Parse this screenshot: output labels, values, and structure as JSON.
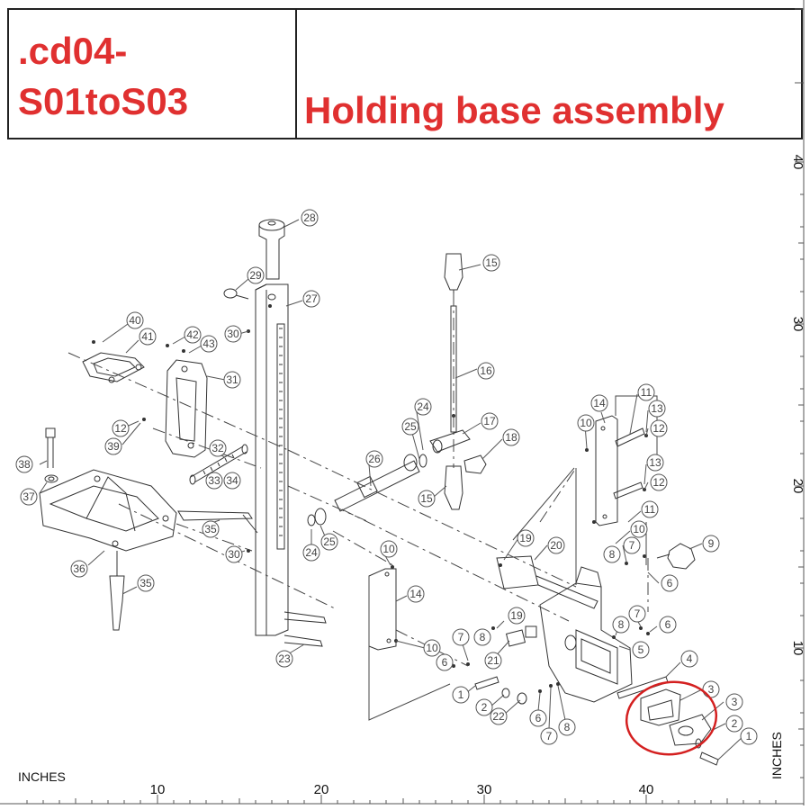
{
  "header": {
    "code_line1": ".cd04-",
    "code_line2": "S01toS03",
    "title": "Holding base assembly"
  },
  "ruler": {
    "units_bottom": "INCHES",
    "units_right": "INCHES",
    "bottom_ticks": [
      "10",
      "20",
      "30",
      "40"
    ],
    "right_ticks": [
      "40",
      "30",
      "20",
      "10"
    ]
  },
  "callouts": {
    "c28": "28",
    "c29": "29",
    "c27": "27",
    "c30a": "30",
    "c40": "40",
    "c41": "41",
    "c42": "42",
    "c43": "43",
    "c31": "31",
    "c12a": "12",
    "c39": "39",
    "c32": "32",
    "c33": "33",
    "c34": "34",
    "c38": "38",
    "c37": "37",
    "c35a": "35",
    "c36": "36",
    "c30b": "30",
    "c35b": "35",
    "c23": "23",
    "c15a": "15",
    "c16": "16",
    "c24a": "24",
    "c25a": "25",
    "c17": "17",
    "c26": "26",
    "c18": "18",
    "c15b": "15",
    "c25b": "25",
    "c24b": "24",
    "c14a": "14",
    "c11a": "11",
    "c13a": "13",
    "c10a": "10",
    "c12b": "12",
    "c13b": "13",
    "c12c": "12",
    "c11b": "11",
    "c10b": "10",
    "c8a": "8",
    "c7a": "7",
    "c9": "9",
    "c6a": "6",
    "c19a": "19",
    "c20": "20",
    "c10c": "10",
    "c14b": "14",
    "c19b": "19",
    "c8b": "8",
    "c7b": "7",
    "c6b": "6",
    "c21": "21",
    "c5": "5",
    "c4": "4",
    "c7c": "7",
    "c10d": "10",
    "c6c": "6",
    "c1a": "1",
    "c2a": "2",
    "c22": "22",
    "c6d": "6",
    "c7d": "7",
    "c8c": "8",
    "c3a": "3",
    "c3b": "3",
    "c2b": "2",
    "c1b": "1"
  },
  "highlight_color": "#d42020"
}
